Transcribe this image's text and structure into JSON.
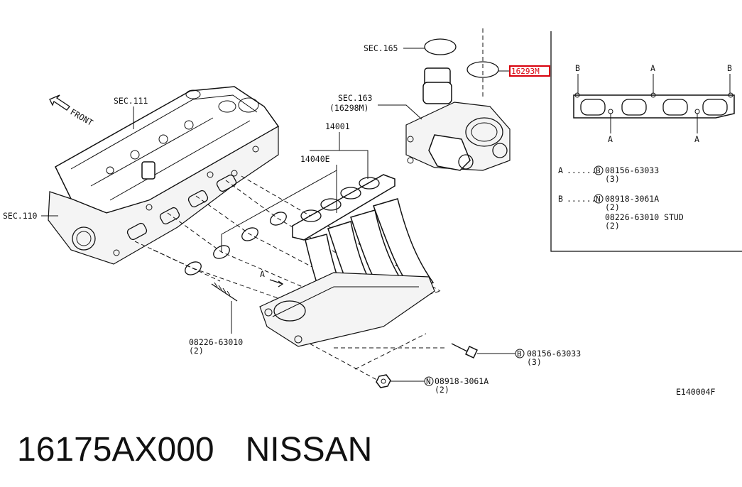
{
  "diagram": {
    "front_label": "FRONT",
    "sec_111": "SEC.111",
    "sec_110": "SEC.110",
    "sec_165": "SEC.165",
    "sec_163": "SEC.163",
    "sec_163_sub": "(16298M)",
    "highlight_part": "16293M",
    "part_14001": "14001",
    "part_14040e": "14040E",
    "arrow_a": "A",
    "stud_part": "08226-63010",
    "stud_qty": "(2)",
    "bolt_code": "B",
    "bolt_part": "08156-63033",
    "bolt_qty": "(3)",
    "nut_code": "N",
    "nut_part": "08918-3061A",
    "nut_qty": "(2)",
    "figure_code": "E140004F"
  },
  "inset": {
    "top_labels": [
      "B",
      "A",
      "B"
    ],
    "bottom_labels": [
      "A",
      "A"
    ],
    "legend": [
      {
        "key": "A",
        "code": "B",
        "part": "08156-63033",
        "qty": "(3)"
      },
      {
        "key": "B",
        "code": "N",
        "part": "08918-3061A",
        "qty": "(2)"
      }
    ],
    "extra_part": "08226-63010 STUD",
    "extra_qty": "(2)"
  },
  "caption": {
    "part_number": "16175AX000",
    "brand": "NISSAN"
  }
}
